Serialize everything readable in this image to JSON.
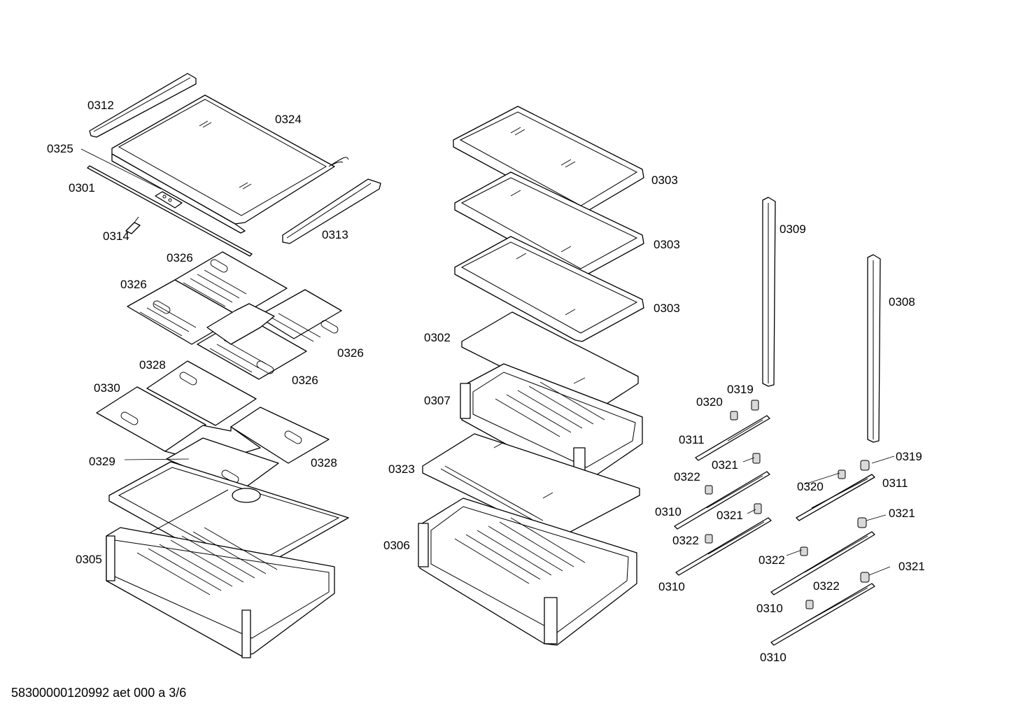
{
  "document": {
    "footer": "58300000120992 aet 000 a 3/6"
  },
  "labels": {
    "l0312": "0312",
    "l0324": "0324",
    "l0325": "0325",
    "l0301": "0301",
    "l0314": "0314",
    "l0313": "0313",
    "l0326a": "0326",
    "l0326b": "0326",
    "l0326c": "0326",
    "l0326d": "0326",
    "l0328a": "0328",
    "l0330": "0330",
    "l0329": "0329",
    "l0328b": "0328",
    "l0305": "0305",
    "l0303a": "0303",
    "l0303b": "0303",
    "l0303c": "0303",
    "l0302": "0302",
    "l0307": "0307",
    "l0323": "0323",
    "l0306": "0306",
    "l0309": "0309",
    "l0308": "0308",
    "l0319a": "0319",
    "l0320a": "0320",
    "l0311a": "0311",
    "l0321a": "0321",
    "l0322a": "0322",
    "l0310a": "0310",
    "l0321b": "0321",
    "l0322b": "0322",
    "l0310b": "0310",
    "l0319b": "0319",
    "l0320b": "0320",
    "l0311b": "0311",
    "l0321c": "0321",
    "l0322c": "0322",
    "l0310c": "0310",
    "l0321d": "0321",
    "l0322d": "0322",
    "l0310d": "0310"
  }
}
